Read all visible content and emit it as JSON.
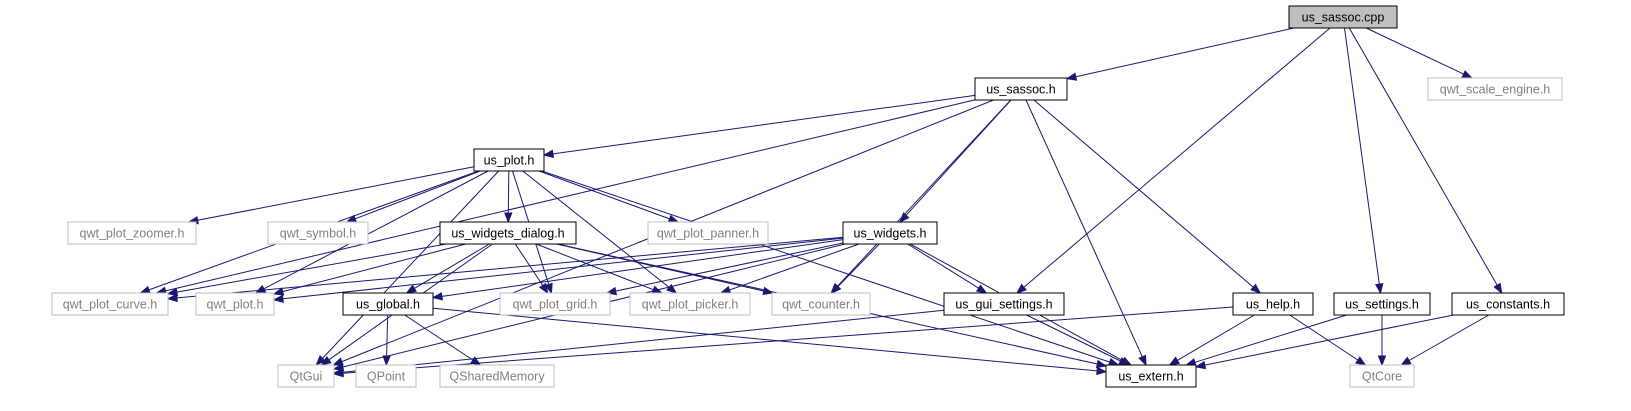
{
  "nodes": [
    {
      "id": "us_sassoc_cpp",
      "label": "us_sassoc.cpp",
      "kind": "main"
    },
    {
      "id": "us_sassoc_h",
      "label": "us_sassoc.h",
      "kind": "local"
    },
    {
      "id": "qwt_scale_engine_h",
      "label": "qwt_scale_engine.h",
      "kind": "external"
    },
    {
      "id": "us_plot_h",
      "label": "us_plot.h",
      "kind": "local"
    },
    {
      "id": "qwt_plot_zoomer_h",
      "label": "qwt_plot_zoomer.h",
      "kind": "external"
    },
    {
      "id": "qwt_symbol_h",
      "label": "qwt_symbol.h",
      "kind": "external"
    },
    {
      "id": "us_widgets_dialog_h",
      "label": "us_widgets_dialog.h",
      "kind": "local"
    },
    {
      "id": "qwt_plot_panner_h",
      "label": "qwt_plot_panner.h",
      "kind": "external"
    },
    {
      "id": "us_widgets_h",
      "label": "us_widgets.h",
      "kind": "local"
    },
    {
      "id": "qwt_plot_curve_h",
      "label": "qwt_plot_curve.h",
      "kind": "external"
    },
    {
      "id": "qwt_plot_h",
      "label": "qwt_plot.h",
      "kind": "external"
    },
    {
      "id": "us_global_h",
      "label": "us_global.h",
      "kind": "local"
    },
    {
      "id": "qwt_plot_grid_h",
      "label": "qwt_plot_grid.h",
      "kind": "external"
    },
    {
      "id": "qwt_plot_picker_h",
      "label": "qwt_plot_picker.h",
      "kind": "external"
    },
    {
      "id": "qwt_counter_h",
      "label": "qwt_counter.h",
      "kind": "external"
    },
    {
      "id": "us_gui_settings_h",
      "label": "us_gui_settings.h",
      "kind": "local"
    },
    {
      "id": "us_help_h",
      "label": "us_help.h",
      "kind": "local"
    },
    {
      "id": "us_settings_h",
      "label": "us_settings.h",
      "kind": "local"
    },
    {
      "id": "us_constants_h",
      "label": "us_constants.h",
      "kind": "local"
    },
    {
      "id": "QtGui",
      "label": "QtGui",
      "kind": "external"
    },
    {
      "id": "QPoint",
      "label": "QPoint",
      "kind": "external"
    },
    {
      "id": "QSharedMemory",
      "label": "QSharedMemory",
      "kind": "external"
    },
    {
      "id": "us_extern_h",
      "label": "us_extern.h",
      "kind": "local"
    },
    {
      "id": "QtCore",
      "label": "QtCore",
      "kind": "external"
    }
  ],
  "edges": [
    {
      "from": "us_sassoc_cpp",
      "to": "us_sassoc_h"
    },
    {
      "from": "us_sassoc_cpp",
      "to": "qwt_scale_engine_h"
    },
    {
      "from": "us_sassoc_cpp",
      "to": "us_gui_settings_h"
    },
    {
      "from": "us_sassoc_cpp",
      "to": "us_settings_h"
    },
    {
      "from": "us_sassoc_cpp",
      "to": "us_constants_h"
    },
    {
      "from": "us_sassoc_h",
      "to": "us_plot_h"
    },
    {
      "from": "us_sassoc_h",
      "to": "QtGui"
    },
    {
      "from": "us_sassoc_h",
      "to": "qwt_plot_curve_h"
    },
    {
      "from": "us_sassoc_h",
      "to": "us_widgets_h"
    },
    {
      "from": "us_sassoc_h",
      "to": "qwt_counter_h"
    },
    {
      "from": "us_sassoc_h",
      "to": "us_extern_h"
    },
    {
      "from": "us_sassoc_h",
      "to": "us_help_h"
    },
    {
      "from": "us_plot_h",
      "to": "qwt_plot_zoomer_h"
    },
    {
      "from": "us_plot_h",
      "to": "qwt_symbol_h"
    },
    {
      "from": "us_plot_h",
      "to": "us_widgets_dialog_h"
    },
    {
      "from": "us_plot_h",
      "to": "qwt_plot_panner_h"
    },
    {
      "from": "us_plot_h",
      "to": "qwt_plot_curve_h"
    },
    {
      "from": "us_plot_h",
      "to": "qwt_plot_h"
    },
    {
      "from": "us_plot_h",
      "to": "qwt_plot_grid_h"
    },
    {
      "from": "us_plot_h",
      "to": "qwt_plot_picker_h"
    },
    {
      "from": "us_plot_h",
      "to": "QtGui"
    },
    {
      "from": "us_plot_h",
      "to": "us_extern_h"
    },
    {
      "from": "us_widgets_dialog_h",
      "to": "qwt_plot_curve_h"
    },
    {
      "from": "us_widgets_dialog_h",
      "to": "qwt_plot_h"
    },
    {
      "from": "us_widgets_dialog_h",
      "to": "us_global_h"
    },
    {
      "from": "us_widgets_dialog_h",
      "to": "qwt_plot_grid_h"
    },
    {
      "from": "us_widgets_dialog_h",
      "to": "qwt_plot_picker_h"
    },
    {
      "from": "us_widgets_dialog_h",
      "to": "qwt_counter_h"
    },
    {
      "from": "us_widgets_dialog_h",
      "to": "QtGui"
    },
    {
      "from": "us_widgets_dialog_h",
      "to": "us_extern_h"
    },
    {
      "from": "us_widgets_h",
      "to": "qwt_plot_curve_h"
    },
    {
      "from": "us_widgets_h",
      "to": "qwt_plot_h"
    },
    {
      "from": "us_widgets_h",
      "to": "us_global_h"
    },
    {
      "from": "us_widgets_h",
      "to": "qwt_plot_grid_h"
    },
    {
      "from": "us_widgets_h",
      "to": "qwt_plot_picker_h"
    },
    {
      "from": "us_widgets_h",
      "to": "qwt_counter_h"
    },
    {
      "from": "us_widgets_h",
      "to": "us_gui_settings_h"
    },
    {
      "from": "us_widgets_h",
      "to": "QtGui"
    },
    {
      "from": "us_widgets_h",
      "to": "us_extern_h"
    },
    {
      "from": "us_global_h",
      "to": "QPoint"
    },
    {
      "from": "us_global_h",
      "to": "QSharedMemory"
    },
    {
      "from": "us_global_h",
      "to": "us_extern_h"
    },
    {
      "from": "us_gui_settings_h",
      "to": "QtGui"
    },
    {
      "from": "us_gui_settings_h",
      "to": "us_extern_h"
    },
    {
      "from": "us_help_h",
      "to": "QtGui"
    },
    {
      "from": "us_help_h",
      "to": "us_extern_h"
    },
    {
      "from": "us_help_h",
      "to": "QtCore"
    },
    {
      "from": "us_settings_h",
      "to": "us_extern_h"
    },
    {
      "from": "us_settings_h",
      "to": "QtCore"
    },
    {
      "from": "us_constants_h",
      "to": "us_extern_h"
    },
    {
      "from": "us_constants_h",
      "to": "QtCore"
    }
  ]
}
